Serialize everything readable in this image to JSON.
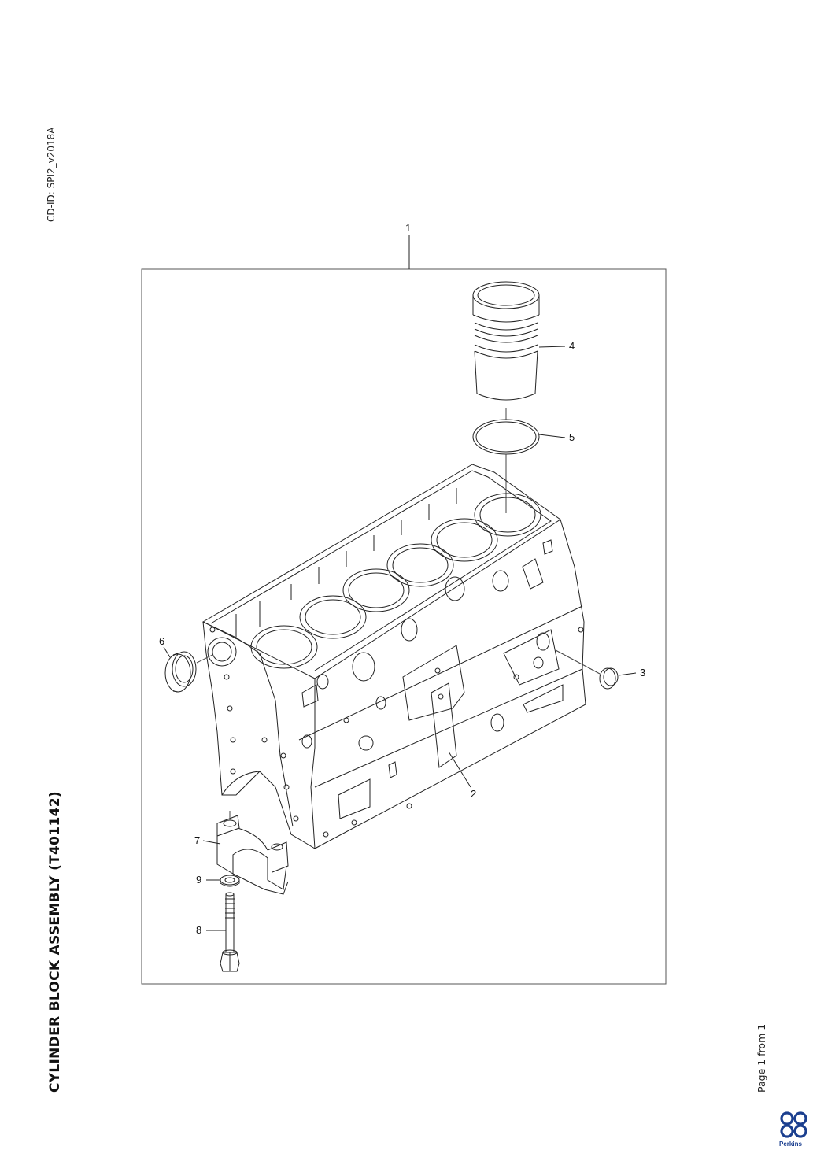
{
  "document": {
    "cd_id": "CD-ID: SPI2_v2018A",
    "title": "CYLINDER BLOCK ASSEMBLY (T401142)",
    "page_info": "Page 1 from 1",
    "brand": "Perkins"
  },
  "callouts": [
    {
      "number": "1",
      "part": "cylinder-block-assembly"
    },
    {
      "number": "2",
      "part": "cylinder-block"
    },
    {
      "number": "3",
      "part": "plug-right"
    },
    {
      "number": "4",
      "part": "cylinder-liner"
    },
    {
      "number": "5",
      "part": "o-ring-seal"
    },
    {
      "number": "6",
      "part": "plug-left"
    },
    {
      "number": "7",
      "part": "main-bearing-cap"
    },
    {
      "number": "8",
      "part": "cap-bolt"
    },
    {
      "number": "9",
      "part": "washer"
    }
  ],
  "colors": {
    "line": "#222222",
    "brand": "#1b3f8f"
  }
}
